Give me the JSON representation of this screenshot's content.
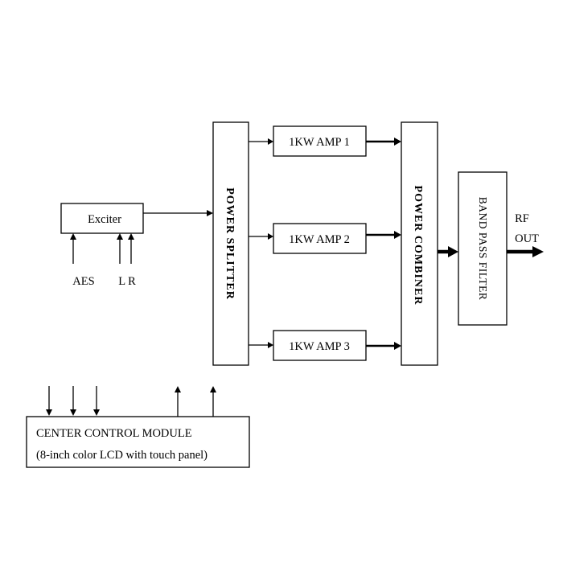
{
  "blocks": {
    "exciter": "Exciter",
    "power_splitter": "POWER    SPLITTER",
    "amp1": "1KW AMP 1",
    "amp2": "1KW AMP 2",
    "amp3": "1KW AMP 3",
    "power_combiner": "POWER    COMBINER",
    "band_pass_filter": "BAND PASS FILTER",
    "control_module_line1": "CENTER CONTROL MODULE",
    "control_module_line2": "(8-inch color LCD with touch panel)"
  },
  "inputs": {
    "aes": "AES",
    "lr": "L R"
  },
  "output": {
    "line1": "RF",
    "line2": "OUT"
  }
}
